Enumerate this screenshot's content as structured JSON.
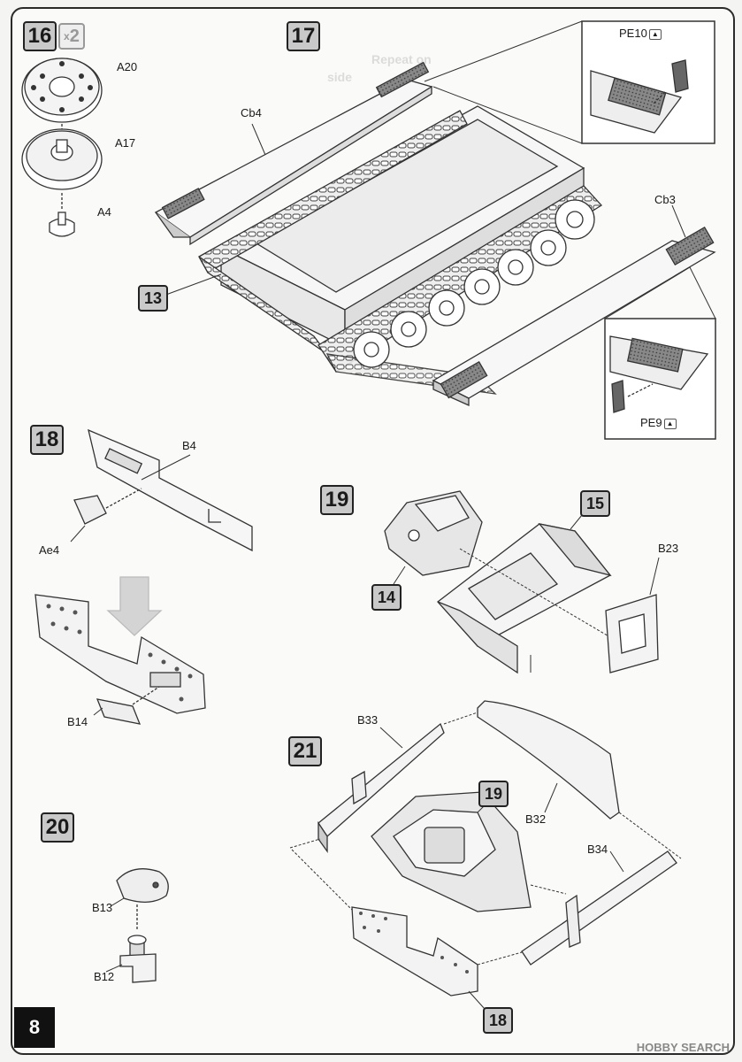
{
  "page": {
    "number": "8",
    "watermark": "HOBBY SEARCH"
  },
  "steps": {
    "s16": {
      "number": "16",
      "multiplier": "2"
    },
    "s17": {
      "number": "17"
    },
    "s18": {
      "number": "18"
    },
    "s19": {
      "number": "19"
    },
    "s20": {
      "number": "20"
    },
    "s21": {
      "number": "21"
    }
  },
  "refs": {
    "r13": "13",
    "r14": "14",
    "r15": "15",
    "r18": "18",
    "r19": "19"
  },
  "parts": {
    "a20": "A20",
    "a17": "A17",
    "a4": "A4",
    "cb4": "Cb4",
    "cb3": "Cb3",
    "pe10": "PE10",
    "pe9": "PE9",
    "b4": "B4",
    "ae4": "Ae4",
    "b14": "B14",
    "b23": "B23",
    "b13": "B13",
    "b12": "B12",
    "b33": "B33",
    "b32": "B32",
    "b34": "B34"
  },
  "ghost_text": {
    "repeat": "Repeat on",
    "side": "side"
  }
}
